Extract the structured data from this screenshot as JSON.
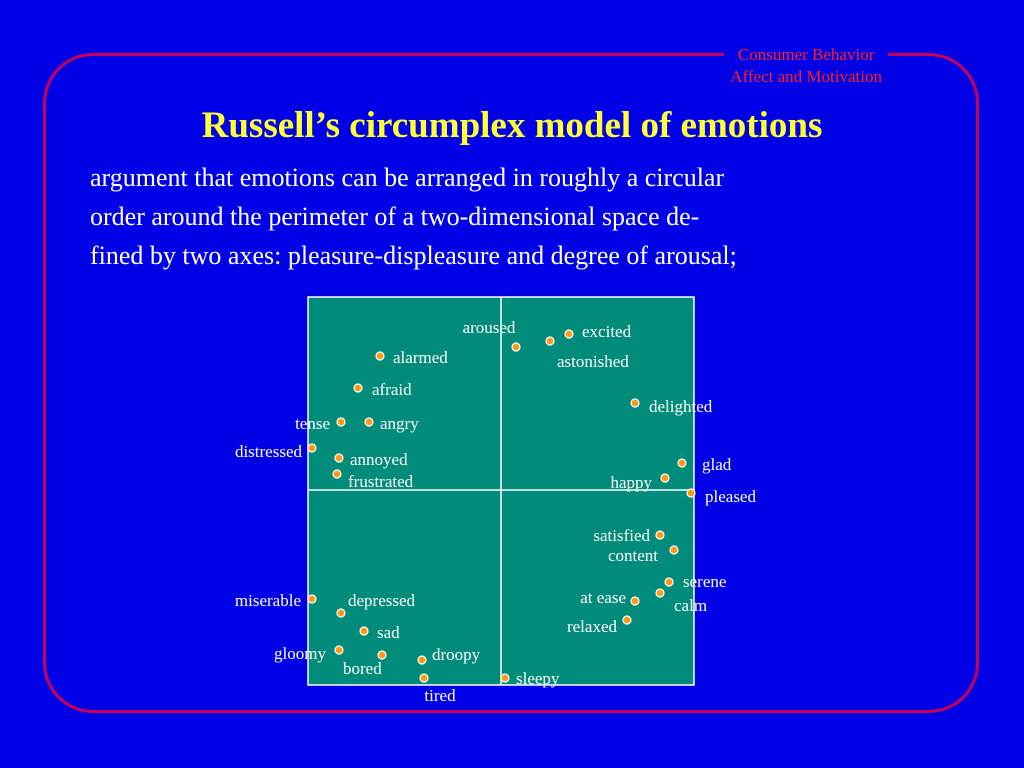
{
  "header": {
    "line1": "Consumer Behavior",
    "line2": "Affect and Motivation"
  },
  "title": "Russell’s circumplex model of emotions",
  "description": {
    "line1": "argument that emotions can be arranged in roughly a circular",
    "line2": "order around the perimeter of a two-dimensional space de-",
    "line3": "fined by two axes: pleasure-displeasure and degree of arousal;"
  },
  "colors": {
    "background": "#0000e6",
    "frame": "#c8005a",
    "header_text": "#ff2020",
    "title_text": "#ffff33",
    "body_text": "#ffffff",
    "panel": "#008b7a",
    "dot": "#ff9a1a"
  },
  "diagram": {
    "emotions": [
      "aroused",
      "excited",
      "astonished",
      "alarmed",
      "afraid",
      "delighted",
      "tense",
      "angry",
      "distressed",
      "annoyed",
      "frustrated",
      "glad",
      "happy",
      "pleased",
      "satisfied",
      "content",
      "serene",
      "calm",
      "at ease",
      "relaxed",
      "miserable",
      "depressed",
      "sad",
      "gloomy",
      "bored",
      "droopy",
      "sleepy",
      "tired"
    ]
  }
}
